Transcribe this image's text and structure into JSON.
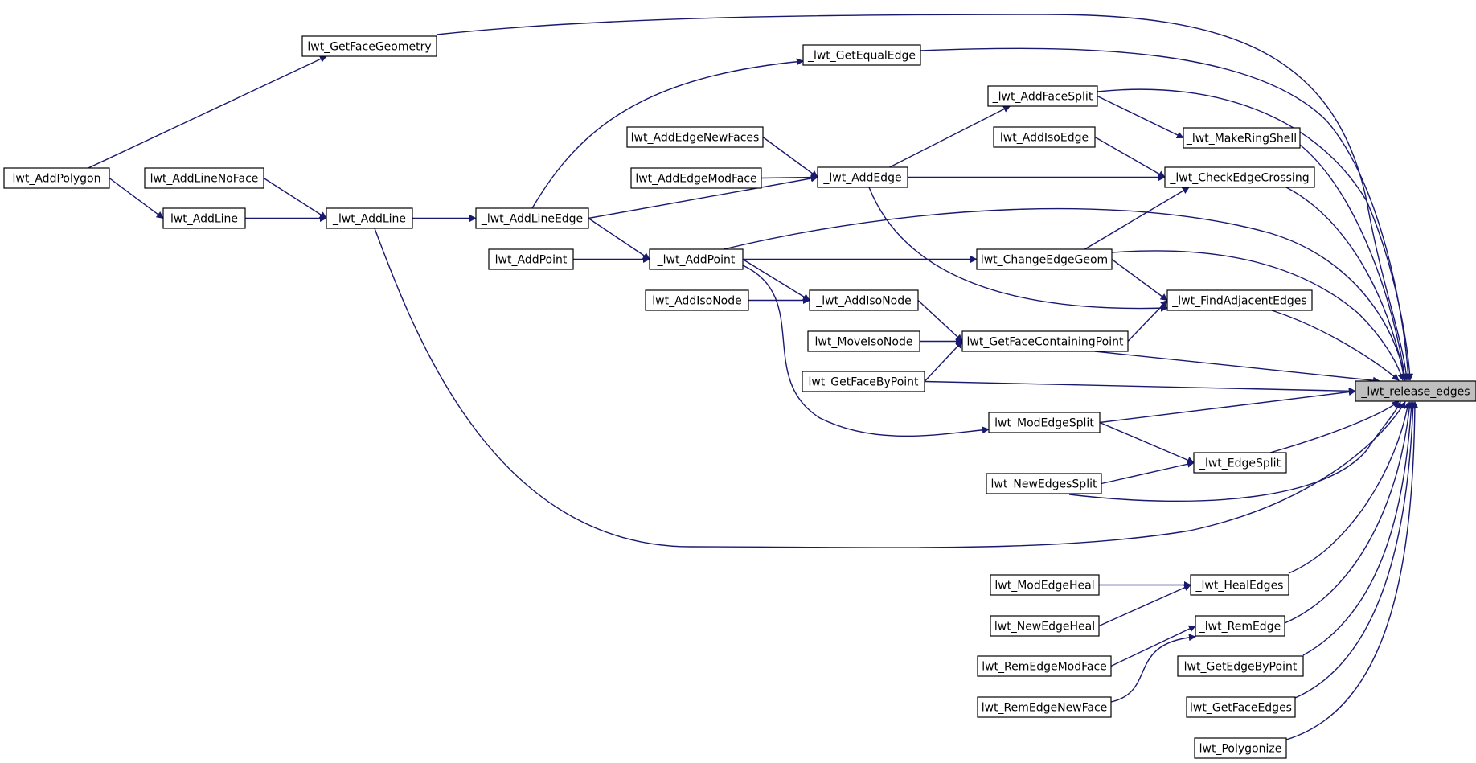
{
  "graph": {
    "root": "_lwt_release_edges",
    "nodes": [
      {
        "id": "_lwt_release_edges",
        "label": "_lwt_release_edges"
      },
      {
        "id": "lwt_GetFaceGeometry",
        "label": "lwt_GetFaceGeometry"
      },
      {
        "id": "lwt_AddPolygon",
        "label": "lwt_AddPolygon"
      },
      {
        "id": "_lwt_GetEqualEdge",
        "label": "_lwt_GetEqualEdge"
      },
      {
        "id": "_lwt_AddLineEdge",
        "label": "_lwt_AddLineEdge"
      },
      {
        "id": "_lwt_AddLine",
        "label": "_lwt_AddLine"
      },
      {
        "id": "lwt_AddLine",
        "label": "lwt_AddLine"
      },
      {
        "id": "lwt_AddLineNoFace",
        "label": "lwt_AddLineNoFace"
      },
      {
        "id": "_lwt_AddFaceSplit",
        "label": "_lwt_AddFaceSplit"
      },
      {
        "id": "_lwt_AddEdge",
        "label": "_lwt_AddEdge"
      },
      {
        "id": "lwt_AddEdgeNewFaces",
        "label": "lwt_AddEdgeNewFaces"
      },
      {
        "id": "lwt_AddEdgeModFace",
        "label": "lwt_AddEdgeModFace"
      },
      {
        "id": "_lwt_MakeRingShell",
        "label": "_lwt_MakeRingShell"
      },
      {
        "id": "_lwt_CheckEdgeCrossing",
        "label": "_lwt_CheckEdgeCrossing"
      },
      {
        "id": "lwt_AddIsoEdge",
        "label": "lwt_AddIsoEdge"
      },
      {
        "id": "_lwt_AddPoint",
        "label": "_lwt_AddPoint"
      },
      {
        "id": "lwt_AddPoint",
        "label": "lwt_AddPoint"
      },
      {
        "id": "lwt_ChangeEdgeGeom",
        "label": "lwt_ChangeEdgeGeom"
      },
      {
        "id": "_lwt_FindAdjacentEdges",
        "label": "_lwt_FindAdjacentEdges"
      },
      {
        "id": "_lwt_AddIsoNode",
        "label": "_lwt_AddIsoNode"
      },
      {
        "id": "lwt_AddIsoNode",
        "label": "lwt_AddIsoNode"
      },
      {
        "id": "lwt_GetFaceContainingPoint",
        "label": "lwt_GetFaceContainingPoint"
      },
      {
        "id": "lwt_MoveIsoNode",
        "label": "lwt_MoveIsoNode"
      },
      {
        "id": "lwt_GetFaceByPoint",
        "label": "lwt_GetFaceByPoint"
      },
      {
        "id": "lwt_ModEdgeSplit",
        "label": "lwt_ModEdgeSplit"
      },
      {
        "id": "_lwt_EdgeSplit",
        "label": "_lwt_EdgeSplit"
      },
      {
        "id": "lwt_NewEdgesSplit",
        "label": "lwt_NewEdgesSplit"
      },
      {
        "id": "_lwt_HealEdges",
        "label": "_lwt_HealEdges"
      },
      {
        "id": "lwt_ModEdgeHeal",
        "label": "lwt_ModEdgeHeal"
      },
      {
        "id": "lwt_NewEdgeHeal",
        "label": "lwt_NewEdgeHeal"
      },
      {
        "id": "_lwt_RemEdge",
        "label": "_lwt_RemEdge"
      },
      {
        "id": "lwt_RemEdgeModFace",
        "label": "lwt_RemEdgeModFace"
      },
      {
        "id": "lwt_RemEdgeNewFace",
        "label": "lwt_RemEdgeNewFace"
      },
      {
        "id": "lwt_GetEdgeByPoint",
        "label": "lwt_GetEdgeByPoint"
      },
      {
        "id": "lwt_GetFaceEdges",
        "label": "lwt_GetFaceEdges"
      },
      {
        "id": "lwt_Polygonize",
        "label": "lwt_Polygonize"
      }
    ],
    "edges": [
      [
        "lwt_GetFaceGeometry",
        "_lwt_release_edges"
      ],
      [
        "lwt_AddPolygon",
        "lwt_GetFaceGeometry"
      ],
      [
        "_lwt_GetEqualEdge",
        "_lwt_release_edges"
      ],
      [
        "_lwt_AddLineEdge",
        "_lwt_GetEqualEdge"
      ],
      [
        "_lwt_AddLine",
        "_lwt_AddLineEdge"
      ],
      [
        "lwt_AddLine",
        "_lwt_AddLine"
      ],
      [
        "lwt_AddPolygon",
        "lwt_AddLine"
      ],
      [
        "lwt_AddLineNoFace",
        "_lwt_AddLine"
      ],
      [
        "_lwt_AddFaceSplit",
        "_lwt_release_edges"
      ],
      [
        "_lwt_AddEdge",
        "_lwt_AddFaceSplit"
      ],
      [
        "lwt_AddEdgeNewFaces",
        "_lwt_AddEdge"
      ],
      [
        "lwt_AddEdgeModFace",
        "_lwt_AddEdge"
      ],
      [
        "_lwt_AddLineEdge",
        "_lwt_AddEdge"
      ],
      [
        "_lwt_MakeRingShell",
        "_lwt_release_edges"
      ],
      [
        "_lwt_AddFaceSplit",
        "_lwt_MakeRingShell"
      ],
      [
        "_lwt_CheckEdgeCrossing",
        "_lwt_release_edges"
      ],
      [
        "_lwt_AddEdge",
        "_lwt_CheckEdgeCrossing"
      ],
      [
        "lwt_AddIsoEdge",
        "_lwt_CheckEdgeCrossing"
      ],
      [
        "lwt_ChangeEdgeGeom",
        "_lwt_CheckEdgeCrossing"
      ],
      [
        "_lwt_AddPoint",
        "_lwt_release_edges"
      ],
      [
        "_lwt_AddLineEdge",
        "_lwt_AddPoint"
      ],
      [
        "lwt_AddPoint",
        "_lwt_AddPoint"
      ],
      [
        "lwt_ChangeEdgeGeom",
        "_lwt_release_edges"
      ],
      [
        "_lwt_AddPoint",
        "lwt_ChangeEdgeGeom"
      ],
      [
        "_lwt_FindAdjacentEdges",
        "_lwt_release_edges"
      ],
      [
        "_lwt_AddEdge",
        "_lwt_FindAdjacentEdges"
      ],
      [
        "lwt_ChangeEdgeGeom",
        "_lwt_FindAdjacentEdges"
      ],
      [
        "lwt_GetFaceContainingPoint",
        "_lwt_FindAdjacentEdges"
      ],
      [
        "_lwt_AddPoint",
        "_lwt_AddIsoNode"
      ],
      [
        "lwt_AddIsoNode",
        "_lwt_AddIsoNode"
      ],
      [
        "_lwt_AddIsoNode",
        "lwt_GetFaceContainingPoint"
      ],
      [
        "lwt_MoveIsoNode",
        "lwt_GetFaceContainingPoint"
      ],
      [
        "lwt_GetFaceByPoint",
        "lwt_GetFaceContainingPoint"
      ],
      [
        "lwt_GetFaceContainingPoint",
        "_lwt_release_edges"
      ],
      [
        "lwt_GetFaceByPoint",
        "_lwt_release_edges"
      ],
      [
        "lwt_ModEdgeSplit",
        "_lwt_release_edges"
      ],
      [
        "_lwt_AddPoint",
        "lwt_ModEdgeSplit"
      ],
      [
        "_lwt_EdgeSplit",
        "_lwt_release_edges"
      ],
      [
        "lwt_ModEdgeSplit",
        "_lwt_EdgeSplit"
      ],
      [
        "lwt_NewEdgesSplit",
        "_lwt_EdgeSplit"
      ],
      [
        "lwt_NewEdgesSplit",
        "_lwt_release_edges"
      ],
      [
        "_lwt_AddLine",
        "_lwt_release_edges"
      ],
      [
        "_lwt_HealEdges",
        "_lwt_release_edges"
      ],
      [
        "lwt_ModEdgeHeal",
        "_lwt_HealEdges"
      ],
      [
        "lwt_NewEdgeHeal",
        "_lwt_HealEdges"
      ],
      [
        "_lwt_RemEdge",
        "_lwt_release_edges"
      ],
      [
        "lwt_RemEdgeModFace",
        "_lwt_RemEdge"
      ],
      [
        "lwt_RemEdgeNewFace",
        "_lwt_RemEdge"
      ],
      [
        "lwt_GetEdgeByPoint",
        "_lwt_release_edges"
      ],
      [
        "lwt_GetFaceEdges",
        "_lwt_release_edges"
      ],
      [
        "lwt_Polygonize",
        "_lwt_release_edges"
      ]
    ]
  },
  "colors": {
    "edge": "#191970",
    "root_fill": "#bfbfbf"
  }
}
